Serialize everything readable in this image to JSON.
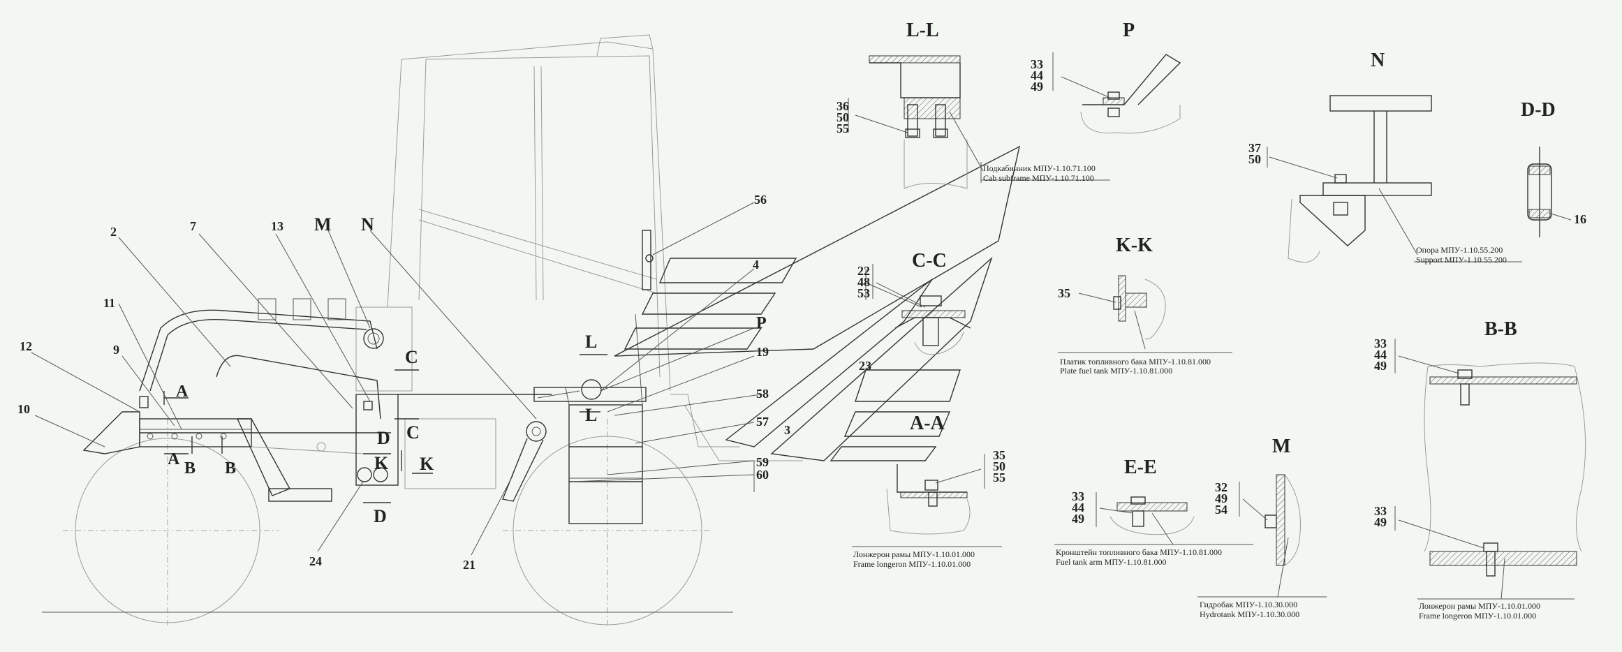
{
  "callouts": {
    "n2": "2",
    "n7": "7",
    "n13": "13",
    "nM": "M",
    "nN": "N",
    "n11": "11",
    "n12": "12",
    "n9": "9",
    "n10": "10",
    "n24": "24",
    "n21": "21",
    "n56": "56",
    "n4": "4",
    "nP": "P",
    "n19": "19",
    "n58": "58",
    "n57": "57",
    "n3": "3",
    "n23": "23",
    "n59": "59",
    "n60": "60",
    "cutA1": "A",
    "cutA2": "A",
    "cutB1": "B",
    "cutB2": "B",
    "cutC1": "C",
    "cutC2": "C",
    "cutD1": "D",
    "cutD2": "D",
    "cutK1": "K",
    "cutK2": "K",
    "cutL1": "L",
    "cutL2": "L"
  },
  "sections": {
    "LL": {
      "title": "L-L",
      "refs": [
        "36",
        "50",
        "55"
      ],
      "cap1": "Подкабинник МПУ-1.10.71.100",
      "cap2": "Cab subframe МПУ-1.10.71.100"
    },
    "P": {
      "title": "P",
      "refs": [
        "33",
        "44",
        "49"
      ]
    },
    "N": {
      "title": "N",
      "refs": [
        "37",
        "50"
      ],
      "cap1": "Опора МПУ-1.10.55.200",
      "cap2": "Support МПУ-1.10.55.200"
    },
    "DD": {
      "title": "D-D",
      "ref": "16"
    },
    "CC": {
      "title": "C-C",
      "refs": [
        "22",
        "48",
        "53"
      ]
    },
    "KK": {
      "title": "K-K",
      "ref": "35",
      "cap1": "Платик топливного бака МПУ-1.10.81.000",
      "cap2": "Plate  fuel tank  МПУ-1.10.81.000"
    },
    "AA": {
      "title": "A-A",
      "refs": [
        "35",
        "50",
        "55"
      ],
      "cap1": "Лонжерон рамы МПУ-1.10.01.000",
      "cap2": "Frame  longeron МПУ-1.10.01.000"
    },
    "EE": {
      "title": "E-E",
      "refs": [
        "33",
        "44",
        "49"
      ],
      "cap1": "Кронштейн топливного бака МПУ-1.10.81.000",
      "cap2": "Fuel  tank  arm МПУ-1.10.81.000"
    },
    "M": {
      "title": "M",
      "refs": [
        "32",
        "49",
        "54"
      ],
      "cap1": "Гидробак МПУ-1.10.30.000",
      "cap2": "Hydrotank МПУ-1.10.30.000"
    },
    "BB": {
      "title": "B-B",
      "refsTop": [
        "33",
        "44",
        "49"
      ],
      "refsBottom": [
        "33",
        "49"
      ],
      "cap1": "Лонжерон рамы МПУ-1.10.01.000",
      "cap2": "Frame  longeron МПУ-1.10.01.000"
    }
  }
}
